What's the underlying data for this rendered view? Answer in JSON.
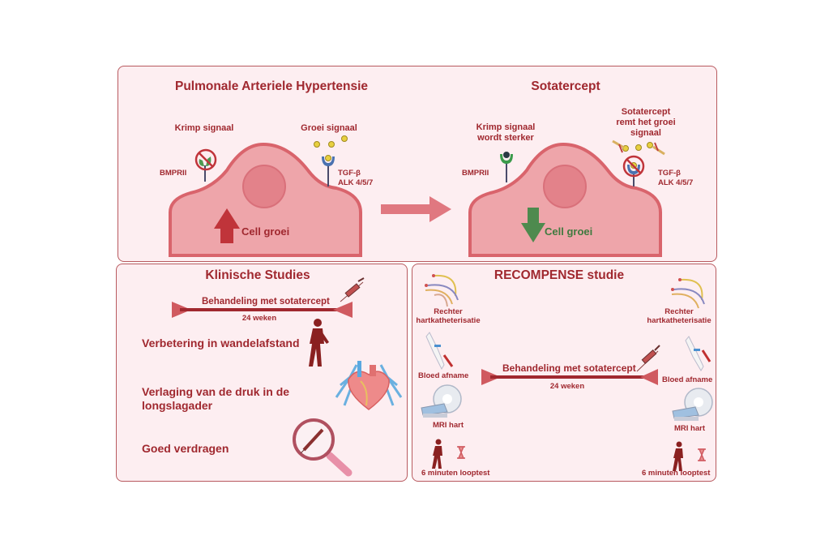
{
  "colors": {
    "panel_bg": "#fdeef1",
    "panel_border": "#b85a5f",
    "text": "#a0282f",
    "cell_fill": "#eea5aa",
    "cell_border": "#d9646c",
    "nucleus": "#e3828a",
    "arrow_up": "#c0343a",
    "arrow_down": "#4e8a4e",
    "transition_arrow": "#e07880",
    "timeline": "#a0282f",
    "timeline_ends": "#d05a60"
  },
  "top_panel": {
    "left": {
      "title": "Pulmonale Arteriele Hypertensie",
      "krimp_label": "Krimp signaal",
      "groei_label": "Groei signaal",
      "bmprii_label": "BMPRII",
      "tgf_label": "TGF-β",
      "alk_label": "ALK 4/5/7",
      "cell_label": "Cell groei",
      "arrow_direction": "up"
    },
    "right": {
      "title": "Sotatercept",
      "krimp_label_line1": "Krimp signaal",
      "krimp_label_line2": "wordt sterker",
      "sotatercept_line1": "Sotatercept",
      "sotatercept_line2": "remt het groei",
      "sotatercept_line3": "signaal",
      "bmprii_label": "BMPRII",
      "tgf_label": "TGF-β",
      "alk_label": "ALK 4/5/7",
      "cell_label": "Cell groei",
      "arrow_direction": "down"
    }
  },
  "clinical_panel": {
    "title": "Klinische Studies",
    "timeline_label": "Behandeling met sotatercept",
    "timeline_duration": "24 weken",
    "outcomes": [
      {
        "text": "Verbetering in wandelafstand",
        "icon": "walking-person-icon"
      },
      {
        "text_line1": "Verlaging van de druk in de",
        "text_line2": "longslagader",
        "icon": "heart-lungs-icon"
      },
      {
        "text": "Goed verdragen",
        "icon": "magnifier-syringe-icon"
      }
    ]
  },
  "recompense_panel": {
    "title": "RECOMPENSE studie",
    "timeline_label": "Behandeling met sotatercept",
    "timeline_duration": "24 weken",
    "baseline": {
      "cath_line1": "Rechter",
      "cath_line2": "hartkatheterisatie",
      "blood": "Bloed afname",
      "mri": "MRI hart",
      "walk": "6 minuten looptest"
    },
    "followup": {
      "cath_line1": "Rechter",
      "cath_line2": "hartkatheterisatie",
      "blood": "Bloed afname",
      "mri": "MRI hart",
      "walk": "6 minuten looptest"
    }
  }
}
